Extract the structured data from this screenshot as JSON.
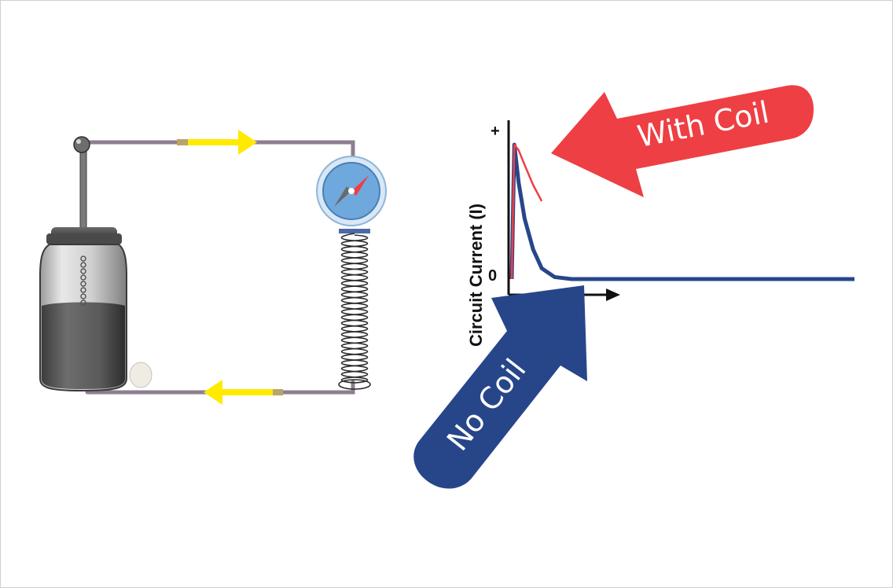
{
  "colors": {
    "wire": "#8d7f8f",
    "current_arrow": "#ffea00",
    "with_coil": "#ee3f44",
    "no_coil": "#27468a",
    "compass_face": "#6fa8dc",
    "compass_ring": "#b9d7f2"
  },
  "icons": {
    "battery": "leyden-jar-battery-icon",
    "compass": "compass-icon",
    "coil": "spring-coil-icon",
    "arrows": "current-direction-arrow-icon"
  },
  "callouts": {
    "with_coil": "With Coil",
    "no_coil": "No Coil"
  },
  "chart_data": {
    "type": "line",
    "ylabel": "Circuit Current (I)",
    "y_top_tick": "+",
    "y_zero_tick": "0",
    "xlabel": "",
    "series": [
      {
        "color": "#27468a",
        "x": [
          0,
          0.3,
          0.8,
          1.5,
          2.5,
          3.5,
          5,
          7,
          10,
          20,
          40
        ],
        "y": [
          0,
          100,
          72,
          45,
          22,
          8,
          1.5,
          0,
          0,
          0,
          0
        ]
      },
      {
        "color": "#ee3f44",
        "x": [
          0,
          0.3,
          0.8,
          1.5,
          2.5,
          3.5
        ],
        "y": [
          0,
          100,
          96,
          85,
          70,
          58
        ]
      }
    ],
    "xlim": [
      0,
      40
    ],
    "ylim": [
      0,
      110
    ]
  }
}
